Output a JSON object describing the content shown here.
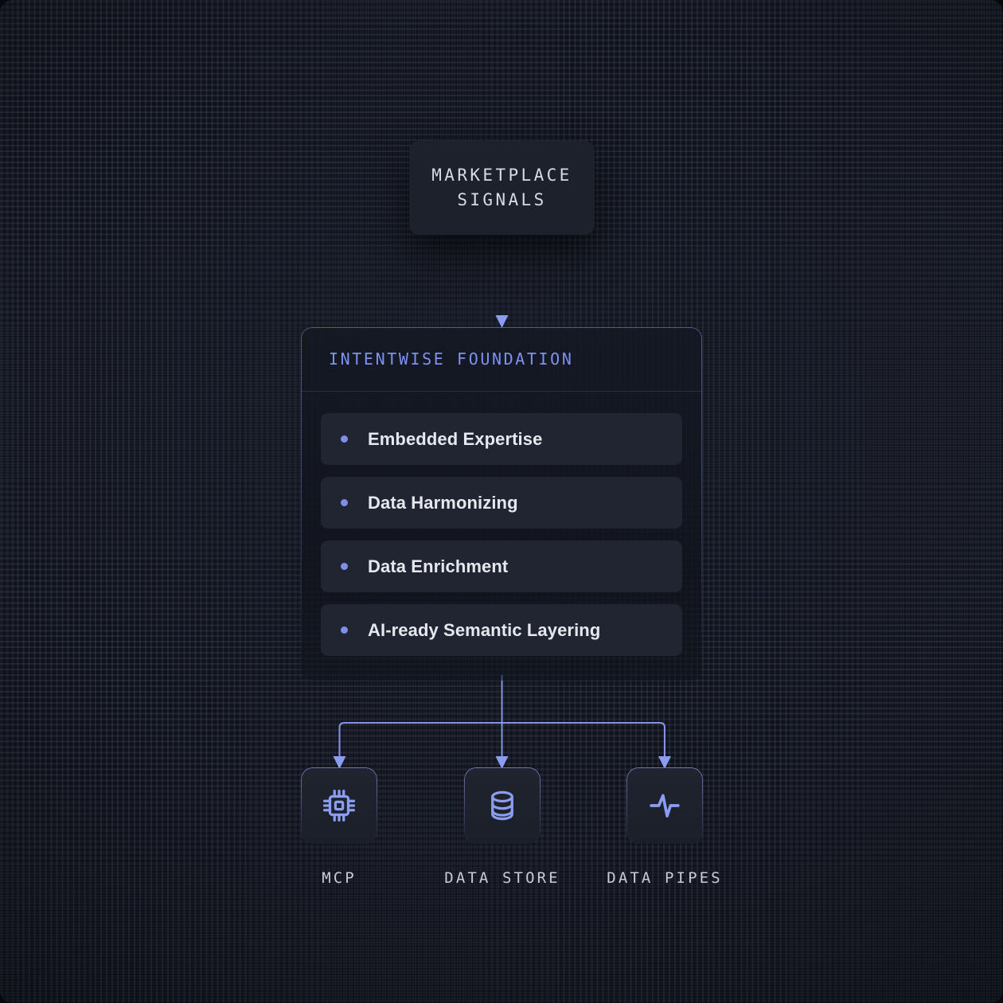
{
  "theme": {
    "canvas_bg": "#10131c",
    "accent": "#7f8fe8",
    "title_accent": "#7e91f2",
    "card_bg": "#212532",
    "node_bg": "#20242f",
    "text_primary": "#e6e8ee",
    "text_mono": "#d7dae2"
  },
  "source": {
    "name": "marketplace-signals",
    "line1": "MARKETPLACE",
    "line2": "SIGNALS"
  },
  "panel": {
    "title": "INTENTWISE FOUNDATION",
    "features": [
      {
        "label": "Embedded Expertise"
      },
      {
        "label": "Data Harmonizing"
      },
      {
        "label": "Data Enrichment"
      },
      {
        "label": "AI-ready Semantic Layering"
      }
    ]
  },
  "outputs": [
    {
      "id": "mcp",
      "label": "MCP",
      "icon": "cpu-chip-icon"
    },
    {
      "id": "data-store",
      "label": "DATA STORE",
      "icon": "database-icon"
    },
    {
      "id": "data-pipes",
      "label": "DATA PIPES",
      "icon": "activity-pulse-icon"
    }
  ],
  "chart_data": {
    "type": "diagram",
    "title": "IntentWise Foundation architecture flow",
    "nodes": [
      {
        "id": "marketplace-signals",
        "label": "MARKETPLACE SIGNALS",
        "tier": "input"
      },
      {
        "id": "intentwise-foundation",
        "label": "INTENTWISE FOUNDATION",
        "tier": "core",
        "items": [
          "Embedded Expertise",
          "Data Harmonizing",
          "Data Enrichment",
          "AI-ready Semantic Layering"
        ]
      },
      {
        "id": "mcp",
        "label": "MCP",
        "tier": "output"
      },
      {
        "id": "data-store",
        "label": "DATA STORE",
        "tier": "output"
      },
      {
        "id": "data-pipes",
        "label": "DATA PIPES",
        "tier": "output"
      }
    ],
    "edges": [
      {
        "from": "marketplace-signals",
        "to": "intentwise-foundation",
        "style": "arrow"
      },
      {
        "from": "intentwise-foundation",
        "to": "mcp",
        "style": "arrow"
      },
      {
        "from": "intentwise-foundation",
        "to": "data-store",
        "style": "arrow"
      },
      {
        "from": "intentwise-foundation",
        "to": "data-pipes",
        "style": "arrow"
      }
    ]
  }
}
